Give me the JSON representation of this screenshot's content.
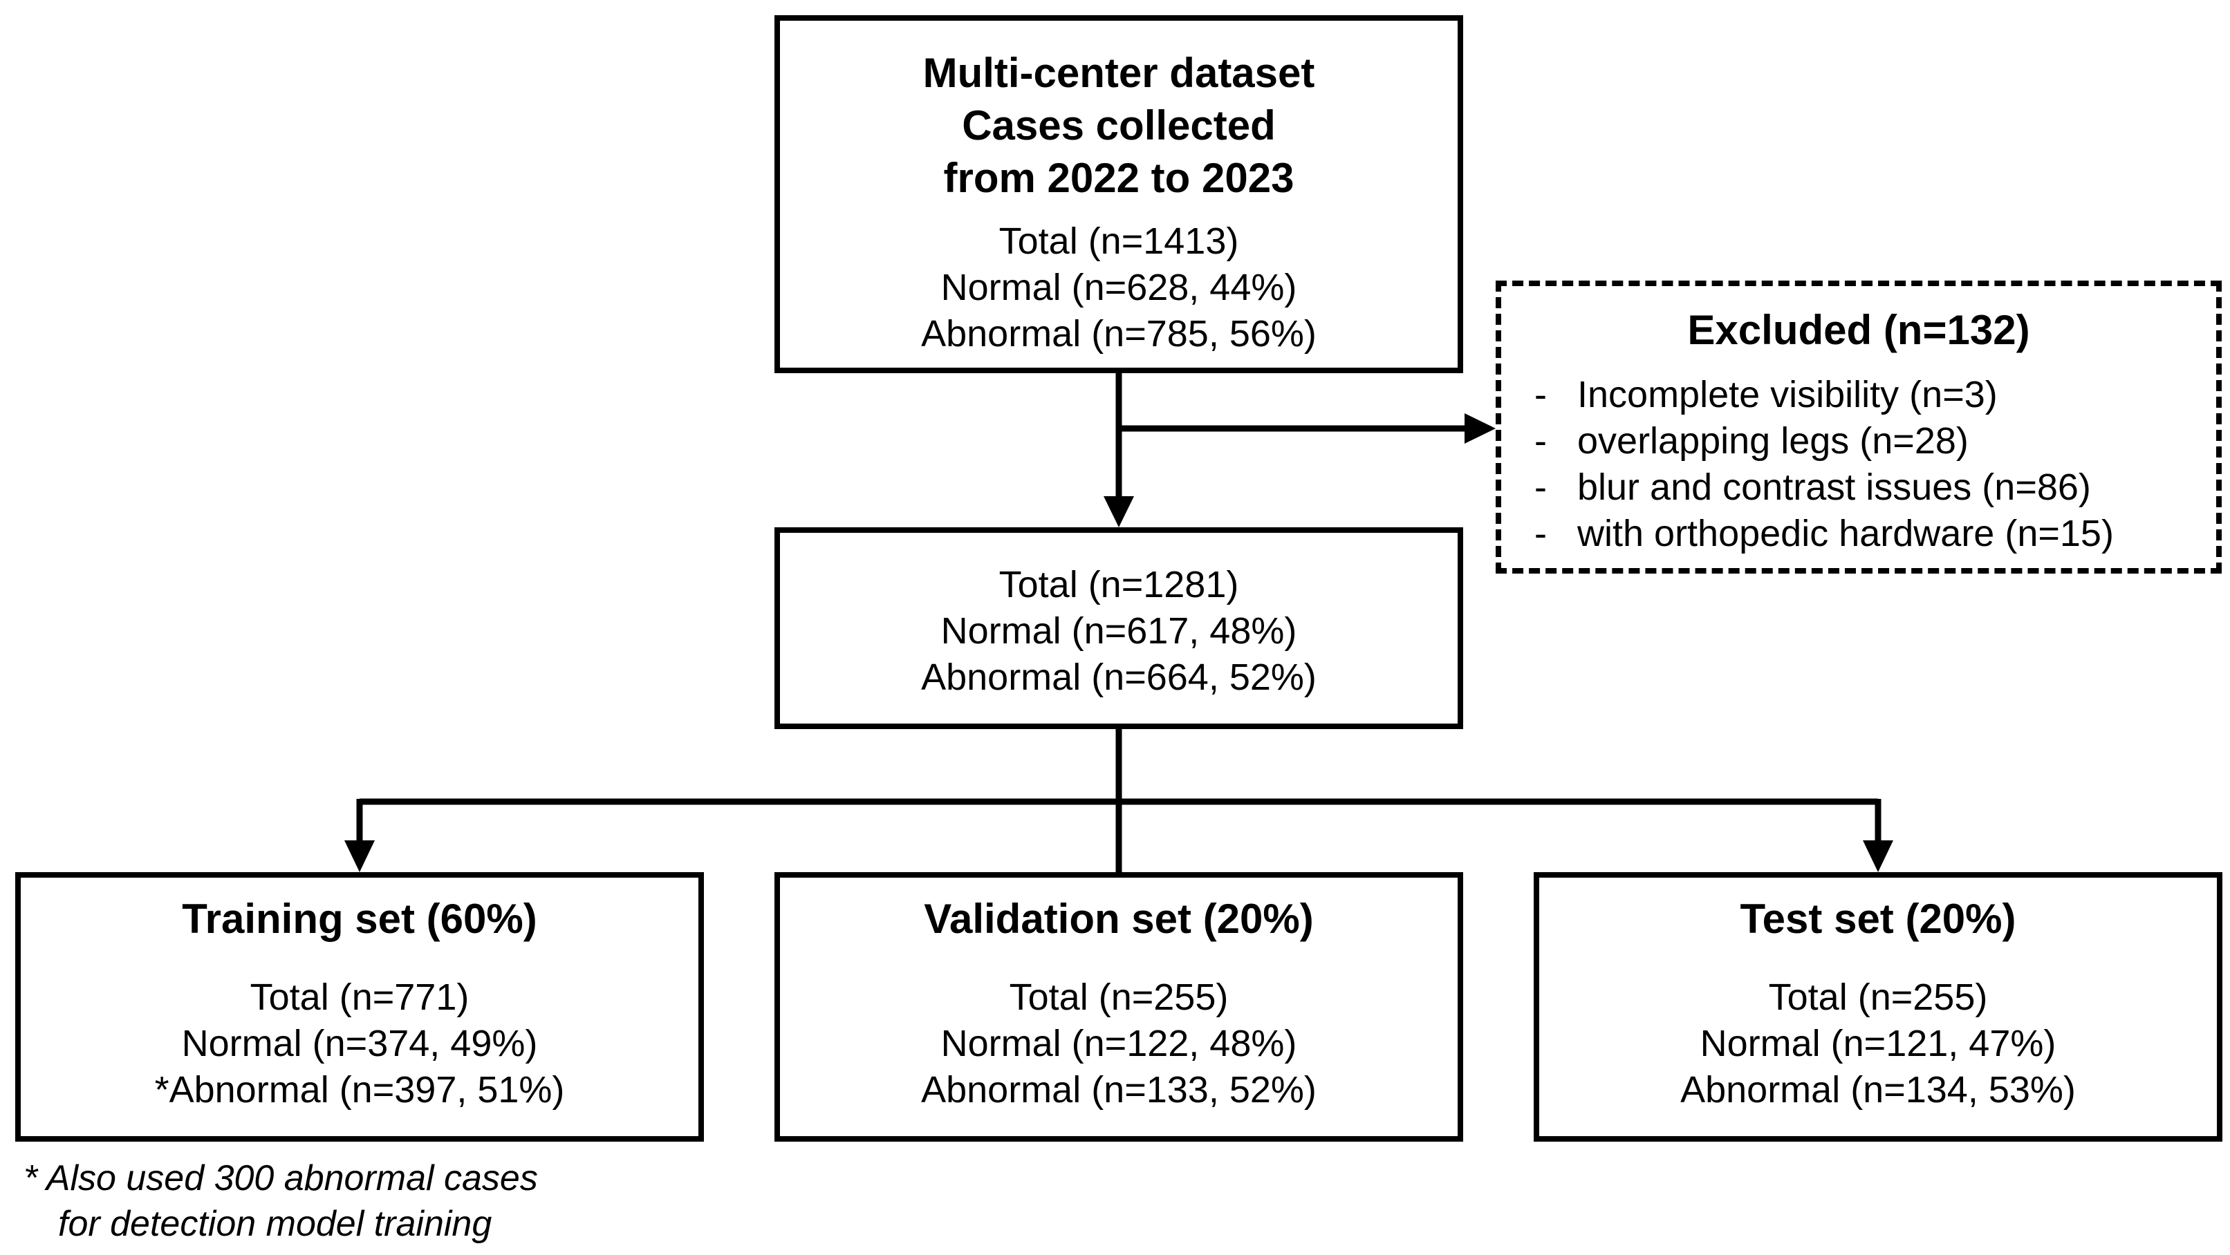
{
  "source": {
    "title_lines": [
      "Multi-center dataset",
      "Cases collected",
      "from 2022 to 2023"
    ],
    "stats": [
      "Total (n=1413)",
      "Normal (n=628, 44%)",
      "Abnormal (n=785, 56%)"
    ]
  },
  "excluded": {
    "title": "Excluded (n=132)",
    "items": [
      {
        "bullet": "-",
        "text": "Incomplete visibility (n=3)"
      },
      {
        "bullet": "-",
        "text": "overlapping legs (n=28)"
      },
      {
        "bullet": "-",
        "text": "blur and contrast issues (n=86)"
      },
      {
        "bullet": "-",
        "text": "with orthopedic hardware (n=15)"
      }
    ]
  },
  "eligible": {
    "stats": [
      "Total (n=1281)",
      "Normal (n=617, 48%)",
      "Abnormal (n=664, 52%)"
    ]
  },
  "training": {
    "title": "Training set (60%)",
    "stats": [
      "Total (n=771)",
      "Normal (n=374, 49%)",
      "*Abnormal (n=397, 51%)"
    ]
  },
  "validation": {
    "title": "Validation set (20%)",
    "stats": [
      "Total (n=255)",
      "Normal (n=122, 48%)",
      "Abnormal (n=133, 52%)"
    ]
  },
  "test": {
    "title": "Test set (20%)",
    "stats": [
      "Total (n=255)",
      "Normal (n=121, 47%)",
      "Abnormal (n=134, 53%)"
    ]
  },
  "footnote": {
    "line1": "* Also used 300 abnormal cases",
    "line2": "for detection model training"
  },
  "colors": {
    "stroke": "#000000",
    "background": "#ffffff"
  }
}
